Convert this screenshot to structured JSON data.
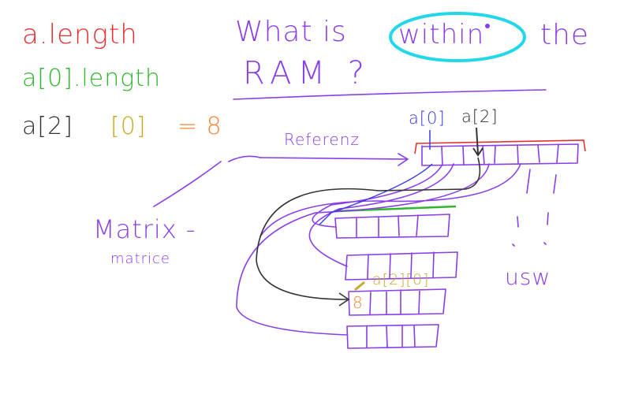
{
  "notes": {
    "a_length": "a.length",
    "a0_length": "a[0].length",
    "expr_row": "a[2]",
    "expr_col": "[0]",
    "expr_eq": "= 8"
  },
  "title": {
    "line1_a": "What is",
    "line1_circled": "within",
    "line1_b": "the",
    "line2": "RAM ?"
  },
  "diagram": {
    "reference_label": "Referenz",
    "a0_label": "a[0]",
    "a2_label": "a[2]",
    "cell_label": "a[2][0]",
    "cell_value": "8",
    "matrix_label": "Matrix -",
    "matrix_label_2": "matrice",
    "etc_label": "usw"
  },
  "colors": {
    "red": "#e53030",
    "green": "#2fb52f",
    "black": "#333333",
    "gold": "#c9a82a",
    "orange": "#f7853a",
    "purple": "#8a3ee8",
    "blue": "#3a3ae8",
    "cyan": "#22d8e8"
  }
}
